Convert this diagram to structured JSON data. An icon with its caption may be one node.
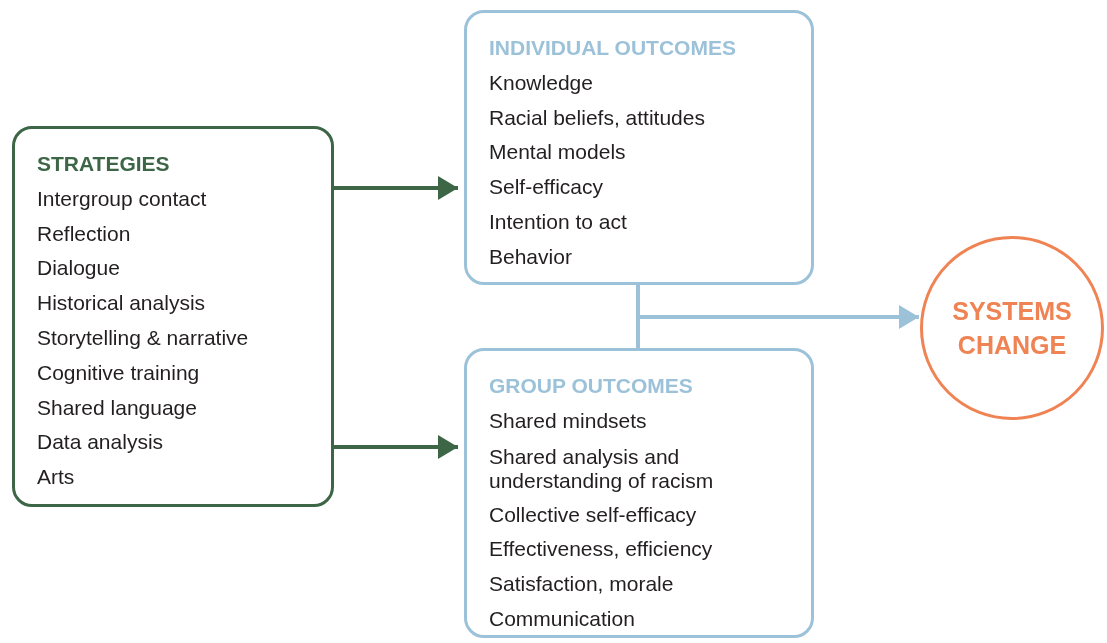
{
  "diagram": {
    "nodes": [
      {
        "text": [
          "STRATEGIES",
          "Intergroup contact",
          "Reflection",
          "Dialogue",
          "Historical analysis",
          "Storytelling & narrative",
          "Cognitive training",
          "Shared language",
          "Data analysis",
          "Arts"
        ]
      },
      {
        "text": [
          "INDIVIDUAL OUTCOMES",
          "Knowledge",
          "Racial beliefs, attitudes",
          "Mental models",
          "Self-efficacy",
          "Intention to act",
          "Behavior"
        ]
      },
      {
        "text": [
          "GROUP OUTCOMES",
          "Shared mindsets",
          "Shared analysis and understanding of racism",
          "Collective self-efficacy",
          "Effectiveness, efficiency",
          "Satisfaction, morale",
          "Communication"
        ]
      },
      {
        "text": [
          "SYSTEMS CHANGE"
        ]
      }
    ],
    "edges": [
      {
        "from": 0,
        "to": 1,
        "arrow": "to",
        "color": "#3d6647"
      },
      {
        "from": 0,
        "to": 2,
        "arrow": "to",
        "color": "#3d6647"
      },
      {
        "from": 1,
        "to": 3,
        "arrow": "to",
        "color": "#9cc2d9"
      },
      {
        "from": 2,
        "to": 3,
        "arrow": "to",
        "color": "#9cc2d9"
      }
    ]
  }
}
